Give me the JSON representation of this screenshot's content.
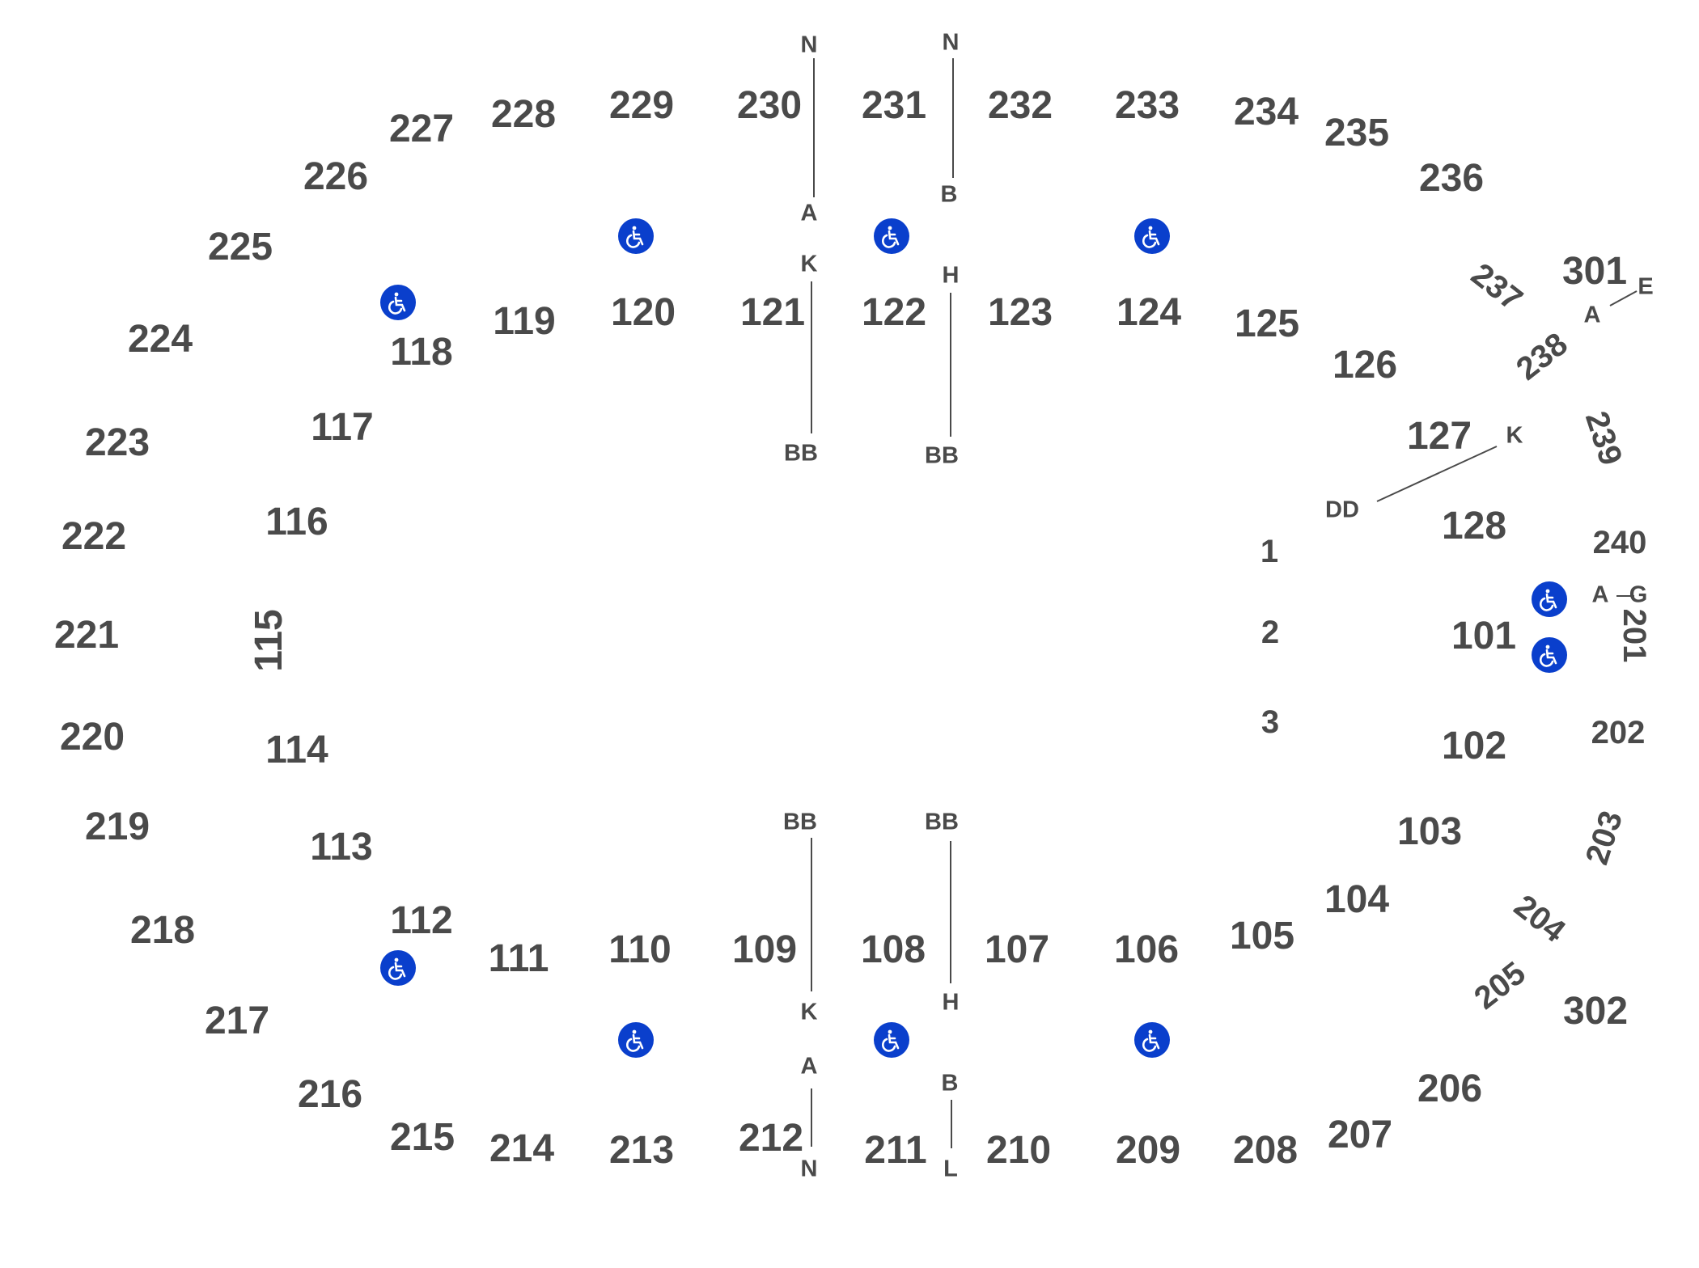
{
  "theme": {
    "label_color": "#4a4a4a",
    "accessible_color": "#0a3fcc",
    "line_color": "#4a4a4a"
  },
  "accessible_icon_name": "wheelchair-icon",
  "sections": [
    {
      "id": "s227",
      "label": "227"
    },
    {
      "id": "s228",
      "label": "228"
    },
    {
      "id": "s229",
      "label": "229"
    },
    {
      "id": "s230",
      "label": "230"
    },
    {
      "id": "s231",
      "label": "231"
    },
    {
      "id": "s232",
      "label": "232"
    },
    {
      "id": "s233",
      "label": "233"
    },
    {
      "id": "s234",
      "label": "234"
    },
    {
      "id": "s235",
      "label": "235"
    },
    {
      "id": "s226",
      "label": "226"
    },
    {
      "id": "s236",
      "label": "236"
    },
    {
      "id": "s225",
      "label": "225"
    },
    {
      "id": "s237",
      "label": "237"
    },
    {
      "id": "s301",
      "label": "301"
    },
    {
      "id": "s224",
      "label": "224"
    },
    {
      "id": "s118",
      "label": "118"
    },
    {
      "id": "s119",
      "label": "119"
    },
    {
      "id": "s120",
      "label": "120"
    },
    {
      "id": "s121",
      "label": "121"
    },
    {
      "id": "s122",
      "label": "122"
    },
    {
      "id": "s123",
      "label": "123"
    },
    {
      "id": "s124",
      "label": "124"
    },
    {
      "id": "s125",
      "label": "125"
    },
    {
      "id": "s126",
      "label": "126"
    },
    {
      "id": "s238",
      "label": "238"
    },
    {
      "id": "s223",
      "label": "223"
    },
    {
      "id": "s117",
      "label": "117"
    },
    {
      "id": "s127",
      "label": "127"
    },
    {
      "id": "s239",
      "label": "239"
    },
    {
      "id": "s222",
      "label": "222"
    },
    {
      "id": "s116",
      "label": "116"
    },
    {
      "id": "s128",
      "label": "128"
    },
    {
      "id": "s240",
      "label": "240"
    },
    {
      "id": "s1",
      "label": "1"
    },
    {
      "id": "s221",
      "label": "221"
    },
    {
      "id": "s115",
      "label": "115"
    },
    {
      "id": "s2",
      "label": "2"
    },
    {
      "id": "s101",
      "label": "101"
    },
    {
      "id": "s201",
      "label": "201"
    },
    {
      "id": "s3",
      "label": "3"
    },
    {
      "id": "s220",
      "label": "220"
    },
    {
      "id": "s114",
      "label": "114"
    },
    {
      "id": "s102",
      "label": "102"
    },
    {
      "id": "s202",
      "label": "202"
    },
    {
      "id": "s219",
      "label": "219"
    },
    {
      "id": "s113",
      "label": "113"
    },
    {
      "id": "s103",
      "label": "103"
    },
    {
      "id": "s203",
      "label": "203"
    },
    {
      "id": "s104",
      "label": "104"
    },
    {
      "id": "s218",
      "label": "218"
    },
    {
      "id": "s112",
      "label": "112"
    },
    {
      "id": "s204",
      "label": "204"
    },
    {
      "id": "s111",
      "label": "111"
    },
    {
      "id": "s110",
      "label": "110"
    },
    {
      "id": "s109",
      "label": "109"
    },
    {
      "id": "s108",
      "label": "108"
    },
    {
      "id": "s107",
      "label": "107"
    },
    {
      "id": "s106",
      "label": "106"
    },
    {
      "id": "s105",
      "label": "105"
    },
    {
      "id": "s205",
      "label": "205"
    },
    {
      "id": "s302",
      "label": "302"
    },
    {
      "id": "s217",
      "label": "217"
    },
    {
      "id": "s216",
      "label": "216"
    },
    {
      "id": "s206",
      "label": "206"
    },
    {
      "id": "s215",
      "label": "215"
    },
    {
      "id": "s214",
      "label": "214"
    },
    {
      "id": "s213",
      "label": "213"
    },
    {
      "id": "s212",
      "label": "212"
    },
    {
      "id": "s211",
      "label": "211"
    },
    {
      "id": "s210",
      "label": "210"
    },
    {
      "id": "s209",
      "label": "209"
    },
    {
      "id": "s208",
      "label": "208"
    },
    {
      "id": "s207",
      "label": "207"
    }
  ],
  "row_labels": [
    {
      "id": "r-n-1",
      "label": "N"
    },
    {
      "id": "r-n-2",
      "label": "N"
    },
    {
      "id": "r-b-1",
      "label": "B"
    },
    {
      "id": "r-a-1",
      "label": "A"
    },
    {
      "id": "r-k-1",
      "label": "K"
    },
    {
      "id": "r-h-1",
      "label": "H"
    },
    {
      "id": "r-e-1",
      "label": "E"
    },
    {
      "id": "r-a-2",
      "label": "A"
    },
    {
      "id": "r-bb-1",
      "label": "BB"
    },
    {
      "id": "r-bb-2",
      "label": "BB"
    },
    {
      "id": "r-k-2",
      "label": "K"
    },
    {
      "id": "r-dd-1",
      "label": "DD"
    },
    {
      "id": "r-a-3",
      "label": "A"
    },
    {
      "id": "r-g-1",
      "label": "G"
    },
    {
      "id": "r-bb-3",
      "label": "BB"
    },
    {
      "id": "r-bb-4",
      "label": "BB"
    },
    {
      "id": "r-h-2",
      "label": "H"
    },
    {
      "id": "r-k-3",
      "label": "K"
    },
    {
      "id": "r-a-4",
      "label": "A"
    },
    {
      "id": "r-b-2",
      "label": "B"
    },
    {
      "id": "r-n-3",
      "label": "N"
    },
    {
      "id": "r-l-1",
      "label": "L"
    }
  ]
}
